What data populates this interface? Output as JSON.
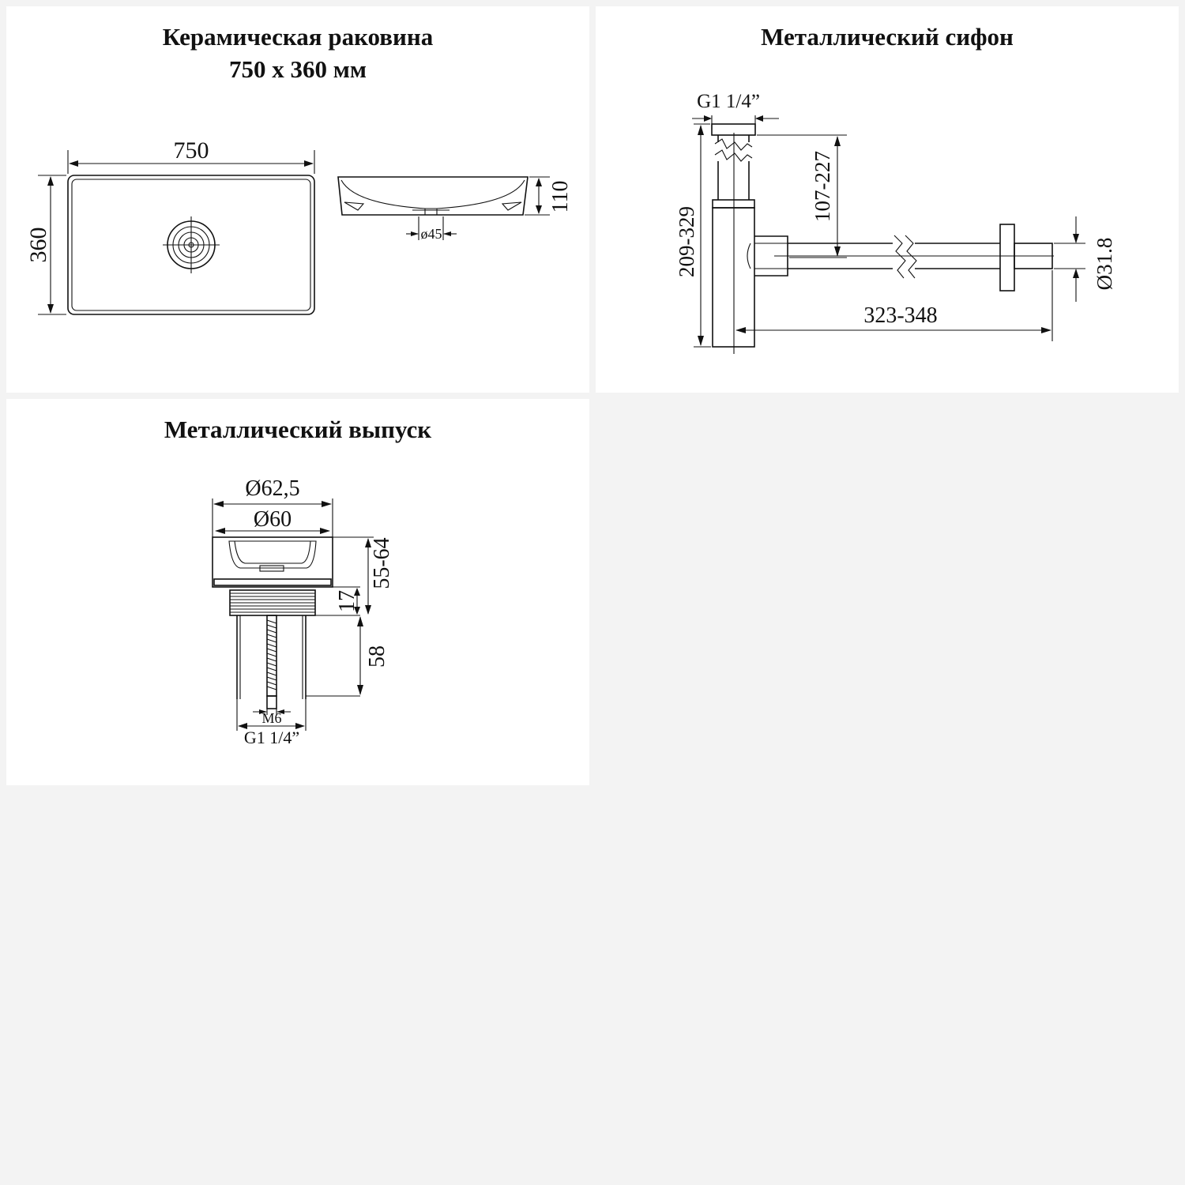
{
  "colors": {
    "background": "#f3f3f3",
    "panel": "#ffffff",
    "ink": "#111111"
  },
  "panels": {
    "sink": {
      "title_line1": "Керамическая раковина",
      "title_line2": "750 х 360 мм",
      "dim_width": "750",
      "dim_height": "360",
      "dim_depth": "110",
      "dim_drain": "ø45"
    },
    "siphon": {
      "title": "Металлический сифон",
      "dim_thread": "G1 1/4”",
      "dim_total_height": "209-329",
      "dim_trap_height": "107-227",
      "dim_length": "323-348",
      "dim_diameter": "Ø31.8"
    },
    "drain": {
      "title": "Металлический выпуск",
      "dim_outer_diameter": "Ø62,5",
      "dim_inner_diameter": "Ø60",
      "dim_height_range": "55-64",
      "dim_thread_height": "17",
      "dim_body_height": "58",
      "dim_screw": "M6",
      "dim_thread": "G1 1/4”"
    }
  }
}
